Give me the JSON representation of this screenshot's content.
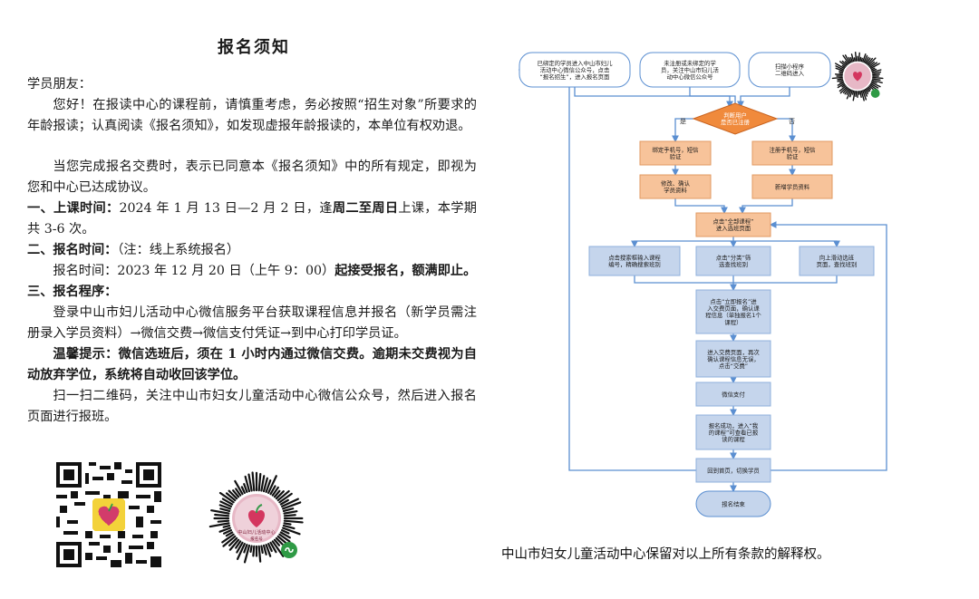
{
  "title": "报名须知",
  "greeting": "学员朋友：",
  "paragraphs": {
    "p1": "您好！在报读中心的课程前，请慎重考虑，务必按照“招生对象”所要求的年龄报读；认真阅读《报名须知》，如发现虚报年龄报读的，本单位有权劝退。",
    "p2": "当您完成报名交费时，表示已同意本《报名须知》中的所有规定，即视为您和中心已达成协议。",
    "s1_head": "一、上课时间：",
    "s1_body_a": "2024 年 1 月 13 日—2 月 2 日，逢",
    "s1_body_b": "周二至周日",
    "s1_body_c": "上课，本学期共 3-6 次。",
    "s2_head": "二、报名时间：",
    "s2_note": "（注：线上系统报名）",
    "s2_body_a": "报名时间：2023 年 12 月 20 日（上午 9：00）",
    "s2_body_b": "起接受报名，额满即止。",
    "s3_head": "三、报名程序：",
    "s3_body": "登录中山市妇儿活动中心微信服务平台获取课程信息并报名（新学员需注册录入学员资料）→微信交费→微信支付凭证→到中心打印学员证。",
    "tip": "温馨提示：微信选班后，须在 1 小时内通过微信交费。逾期未交费视为自动放弃学位，系统将自动收回该学位。",
    "scan": "扫一扫二维码，关注中山市妇女儿童活动中心微信公众号，然后进入报名页面进行报班。"
  },
  "qr_caption": "中山妇儿活动中心",
  "qr_caption2": "报名号",
  "flowchart": {
    "start1": [
      "已绑定的学员进入中山市妇儿",
      "活动中心微信公众号，点击",
      "“报名招生”，进入报名页面"
    ],
    "start2": [
      "未注册或未绑定的学",
      "员，关注中山市妇儿活",
      "动中心微信公众号"
    ],
    "start3": [
      "扫描小程序",
      "二维码进入"
    ],
    "decision": [
      "判断用户",
      "是否已注册"
    ],
    "yes": "是",
    "no": "否",
    "bind_phone": [
      "绑定手机号，短信",
      "验证"
    ],
    "register_phone": [
      "注册手机号，短信",
      "验证"
    ],
    "modify": [
      "修改、确认",
      "学员资料"
    ],
    "add_student": [
      "新增学员资料"
    ],
    "all_courses": [
      "点击“全部课程”",
      "进入选班页面"
    ],
    "search": [
      "点击搜索框输入课程",
      "编号，精确搜索班别"
    ],
    "category": [
      "点击“分类”筛",
      "选查找班别"
    ],
    "scroll": [
      "向上滑动选班",
      "页面，查找班别"
    ],
    "apply_now": [
      "点击“立即报名”进",
      "入交费页面，确认课",
      "程信息（单独报名1个",
      "课程）"
    ],
    "pay_page": [
      "进入交费页面，再次",
      "确认课程信息无误，",
      "点击“交费”"
    ],
    "wechat_pay": [
      "微信支付"
    ],
    "success": [
      "报名成功，进入“我",
      "的课程”可查看已报",
      "读的课程"
    ],
    "home": [
      "回到首页，切换学员"
    ],
    "end": [
      "报名结束"
    ]
  },
  "footer": "中山市妇女儿童活动中心保留对以上所有条款的解释权。"
}
